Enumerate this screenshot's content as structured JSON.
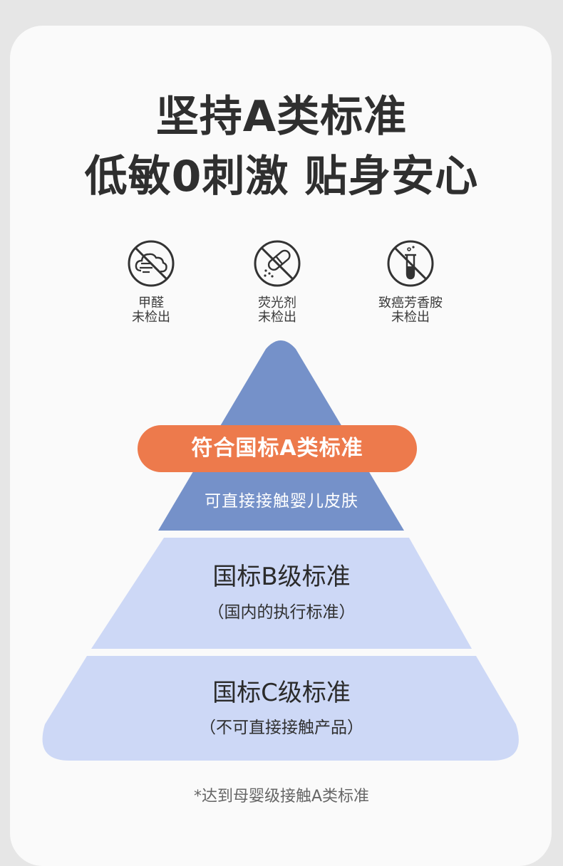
{
  "headline": {
    "line1": "坚持A类标准",
    "line2": "低敏0刺激 贴身安心"
  },
  "badges": [
    {
      "icon": "no-formaldehyde-icon",
      "line1": "甲醛",
      "line2": "未检出"
    },
    {
      "icon": "no-fluorescent-agent-icon",
      "line1": "荧光剂",
      "line2": "未检出"
    },
    {
      "icon": "no-carcinogenic-aromatic-amine-icon",
      "line1": "致癌芳香胺",
      "line2": "未检出"
    }
  ],
  "pyramid": {
    "tier_a": {
      "title": "符合国标A类标准",
      "subtitle": "可直接接触婴儿皮肤",
      "color": "#7591c9",
      "pill_color": "#ed7a4c"
    },
    "tier_b": {
      "title": "国标B级标准",
      "subtitle": "（国内的执行标准）",
      "color": "#cdd8f6"
    },
    "tier_c": {
      "title": "国标C级标准",
      "subtitle": "（不可直接接触产品）",
      "color": "#cdd8f6"
    }
  },
  "footnote": "*达到母婴级接触A类标准"
}
